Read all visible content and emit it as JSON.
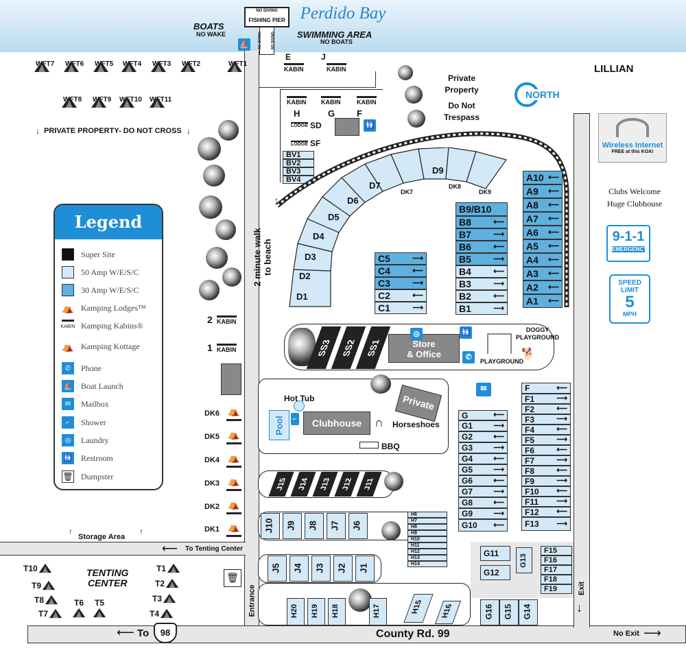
{
  "bay": {
    "title": "Perdido Bay"
  },
  "pier": {
    "label": "FISHING PIER",
    "no_diving_1": "NO DIVING",
    "no_diving_2": "NO DIVING",
    "no_diving_3": "NO DIVING"
  },
  "boats": {
    "title": "BOATS",
    "sub": "NO WAKE"
  },
  "swimming": {
    "title": "SWIMMING AREA",
    "sub": "NO BOATS"
  },
  "lillian": "LILLIAN",
  "private_property": {
    "line1": "Private",
    "line2": "Property",
    "line3": "Do Not",
    "line4": "Trespass"
  },
  "north": "NORTH",
  "private_no_cross": "PRIVATE PROPERTY- DO NOT CROSS",
  "wfts_row1": [
    "WFT7",
    "WFT6",
    "WFT5",
    "WFT4",
    "WFT3",
    "WFT2",
    "WFT1"
  ],
  "wfts_row2": [
    "WFT8",
    "WFT9",
    "WFT10",
    "WFT11"
  ],
  "kabins_top": [
    "E",
    "J"
  ],
  "kabin_word": "KABIN",
  "kamping_word": "Kamping",
  "lodge_word": "LODGE",
  "kottage_word": "KOTTAGE",
  "kabins_mid": [
    "H",
    "G",
    "F"
  ],
  "lodges": [
    "SD",
    "SF"
  ],
  "bv_sites": [
    "BV1",
    "BV2",
    "BV3",
    "BV4"
  ],
  "dk_curve": [
    "D1",
    "D2",
    "D3",
    "D4",
    "D5",
    "D6",
    "D7",
    "DK7",
    "D9",
    "DK8",
    "DK9"
  ],
  "a_sites": [
    "A10",
    "A9",
    "A8",
    "A7",
    "A6",
    "A5",
    "A4",
    "A3",
    "A2",
    "A1"
  ],
  "b_sites": [
    "B9/B10",
    "B8",
    "B7",
    "B6",
    "B5",
    "B4",
    "B3",
    "B2",
    "B1"
  ],
  "c_sites": [
    "C5",
    "C4",
    "C3",
    "C2",
    "C1"
  ],
  "walk": {
    "line1": "2 minute walk",
    "line2": "to beach"
  },
  "kabin_numbers": [
    "2",
    "1"
  ],
  "ss_sites": [
    "SS3",
    "SS2",
    "SS1"
  ],
  "store": {
    "line1": "Store",
    "line2": "& Office"
  },
  "doggy": {
    "line1": "DOGGY",
    "line2": "PLAYGROUND"
  },
  "playground": "PLAYGROUND",
  "hot_tub": "Hot Tub",
  "pool": "Pool",
  "clubhouse": "Clubhouse",
  "private_sign": "Private",
  "horseshoes": "Horseshoes",
  "bbq": "BBQ",
  "dk_side": [
    "DK6",
    "DK5",
    "DK4",
    "DK3",
    "DK2",
    "DK1"
  ],
  "j15_11": [
    "J15",
    "J14",
    "J13",
    "J12",
    "J11"
  ],
  "j10_6": [
    "J10",
    "J9",
    "J8",
    "J7",
    "J6"
  ],
  "j5_1": [
    "J5",
    "J4",
    "J3",
    "J2",
    "J1"
  ],
  "h_small": [
    "H6",
    "H7",
    "H8",
    "H9",
    "H10",
    "H11",
    "H12",
    "H13",
    "H14"
  ],
  "h_bottom": [
    "H20",
    "H19",
    "H18",
    "H17",
    "H15",
    "H16"
  ],
  "g_sites": [
    "G",
    "G1",
    "G2",
    "G3",
    "G4",
    "G5",
    "G6",
    "G7",
    "G8",
    "G9",
    "G10"
  ],
  "f_sites": [
    "F",
    "F1",
    "F2",
    "F3",
    "F4",
    "F5",
    "F6",
    "F7",
    "F8",
    "F9",
    "F10",
    "F11",
    "F12",
    "F13"
  ],
  "g_side": [
    "G11",
    "G12",
    "G13"
  ],
  "g_bottom": [
    "G16",
    "G15",
    "G14"
  ],
  "f_small": [
    "F15",
    "F16",
    "F17",
    "F18",
    "F19"
  ],
  "storage": "Storage Area",
  "to_tenting": "To Tenting Center",
  "tenting": {
    "line1": "TENTING",
    "line2": "CENTER"
  },
  "tents_left": [
    "T10",
    "T9",
    "T8",
    "T7",
    "T6",
    "T5"
  ],
  "tents_right": [
    "T1",
    "T2",
    "T3",
    "T4"
  ],
  "entrance": "Entrance",
  "exit": "Exit",
  "county_rd": "County Rd. 99",
  "to": "To",
  "route": "98",
  "no_exit": "No Exit",
  "wireless": {
    "line1": "Wireless Internet",
    "line2": "FREE at this KOA!"
  },
  "clubs": {
    "line1": "Clubs Welcome",
    "line2": "Huge Clubhouse"
  },
  "emergency": {
    "num": "9-1-1",
    "word": "EMERGENCY"
  },
  "speed": {
    "line1": "SPEED",
    "line2": "LIMIT",
    "num": "5",
    "unit": "MPH"
  },
  "legend": {
    "title": "Legend",
    "items": [
      "Super Site",
      "50 Amp W/E/S/C",
      "30 Amp W/E/S/C",
      "Kamping Lodges™",
      "Kamping Kabins®",
      "Kamping Kottage",
      "Phone",
      "Boat Launch",
      "Mailbox",
      "Shower",
      "Laundry",
      "Restroom",
      "Dumpster"
    ]
  },
  "colors": {
    "blue": "#1e8ed6",
    "light": "#d4e9f7",
    "mid": "#5fb0df"
  }
}
